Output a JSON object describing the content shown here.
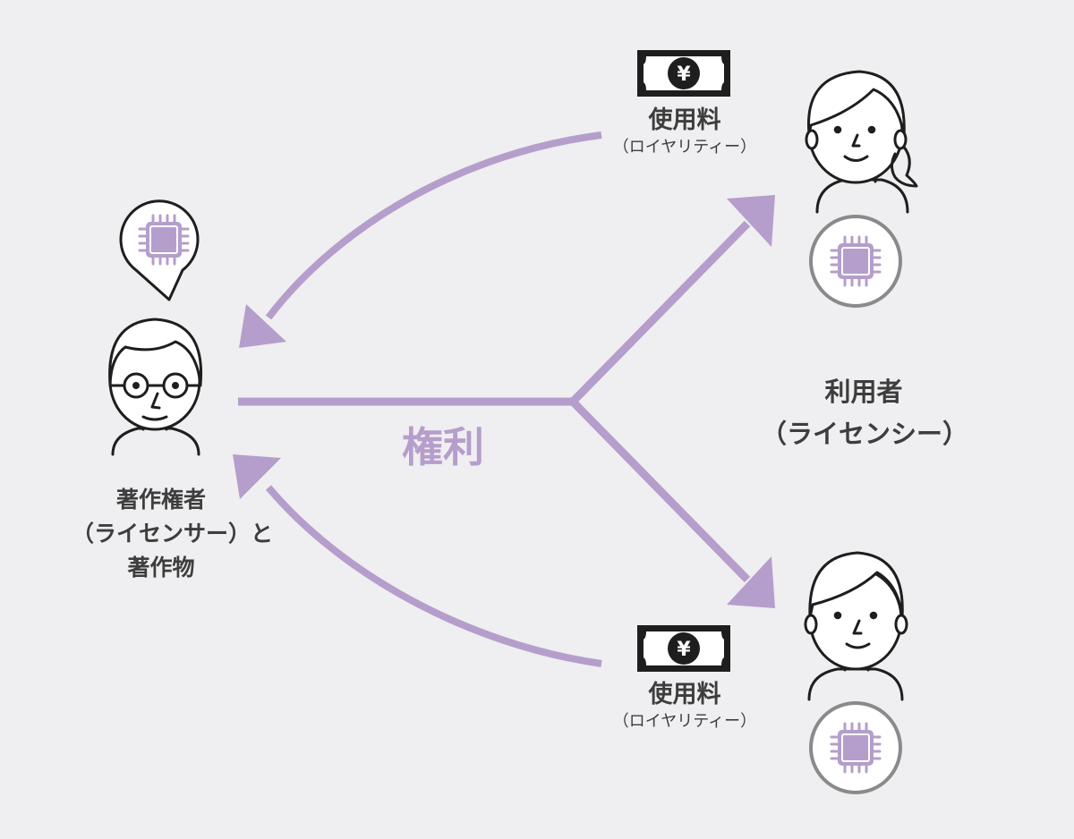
{
  "owner": {
    "line1": "著作権者",
    "line2": "（ライセンサー）と",
    "line3": "著作物"
  },
  "users": {
    "line1": "利用者",
    "line2": "（ライセンシー）"
  },
  "rights_label": "権利",
  "fee_top": {
    "main": "使用料",
    "sub": "（ロイヤリティー）",
    "currency_symbol": "¥"
  },
  "fee_bottom": {
    "main": "使用料",
    "sub": "（ロイヤリティー）",
    "currency_symbol": "¥"
  },
  "colors": {
    "background": "#efeef0",
    "accent": "#b59ecb",
    "line": "#1e1e1e",
    "text": "#3d3d3d"
  }
}
